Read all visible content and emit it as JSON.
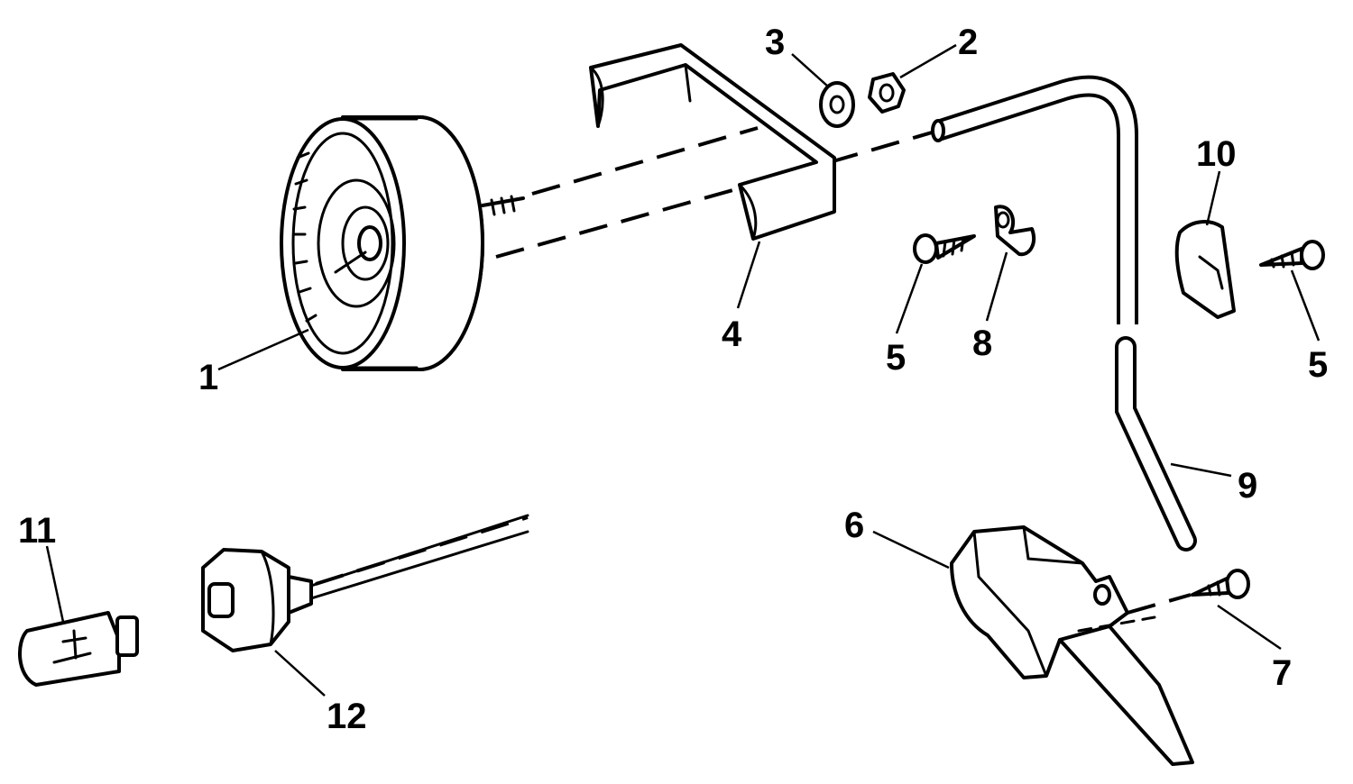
{
  "diagram": {
    "style": "exploded parts view, black line art on white",
    "colors": {
      "ink": "#000000",
      "paper": "#ffffff"
    },
    "callouts": [
      {
        "id": "1",
        "label": "1"
      },
      {
        "id": "2",
        "label": "2"
      },
      {
        "id": "3",
        "label": "3"
      },
      {
        "id": "4",
        "label": "4"
      },
      {
        "id": "5a",
        "label": "5"
      },
      {
        "id": "5b",
        "label": "5"
      },
      {
        "id": "6",
        "label": "6"
      },
      {
        "id": "7",
        "label": "7"
      },
      {
        "id": "8",
        "label": "8"
      },
      {
        "id": "9",
        "label": "9"
      },
      {
        "id": "10",
        "label": "10"
      },
      {
        "id": "11",
        "label": "11"
      },
      {
        "id": "12",
        "label": "12"
      }
    ]
  }
}
